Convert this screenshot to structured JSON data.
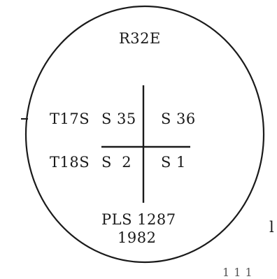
{
  "stamp": {
    "range": "R32E",
    "north_row": {
      "township": "T17S",
      "left_section": "S 35",
      "right_section": "S 36"
    },
    "south_row": {
      "township": "T18S",
      "left_section": "S  2",
      "right_section": "S 1"
    },
    "plat": "PLS 1287",
    "year": "1982"
  },
  "margin_fragments": {
    "right_letter": "l",
    "bottom_text": "1 1 1"
  },
  "colors": {
    "ink": "#1a1a1a",
    "paper": "#ffffff"
  }
}
